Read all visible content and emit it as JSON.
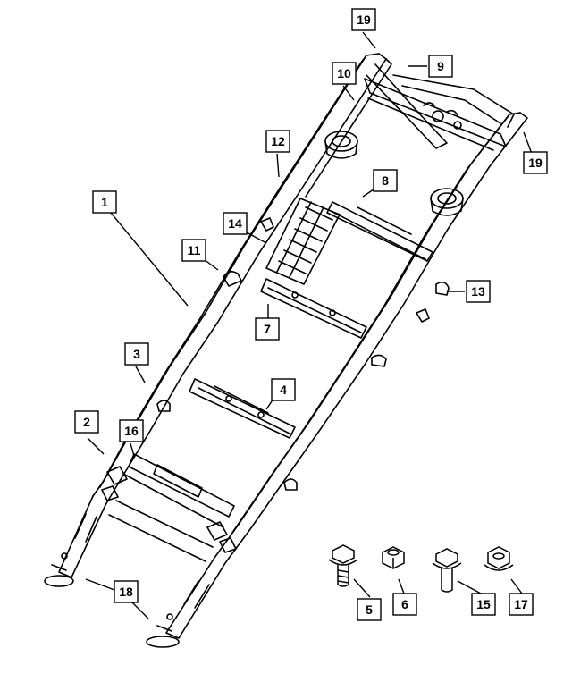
{
  "diagram": {
    "callouts": [
      "19",
      "19",
      "10",
      "9",
      "12",
      "8",
      "1",
      "14",
      "11",
      "13",
      "7",
      "3",
      "4",
      "2",
      "16",
      "18",
      "5",
      "6",
      "15",
      "17"
    ]
  },
  "colors": {
    "stroke": "#000000",
    "background": "#ffffff"
  }
}
